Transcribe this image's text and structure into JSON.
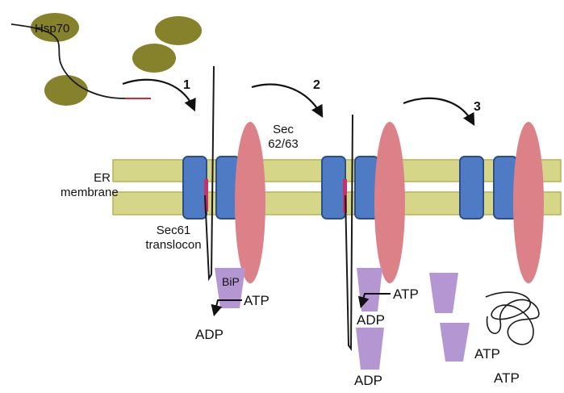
{
  "labels": {
    "hsp70": "Hsp70",
    "step1": "1",
    "step2": "2",
    "step3": "3",
    "sec6263_line1": "Sec",
    "sec6263_line2": "62/63",
    "er_line1": "ER",
    "er_line2": "membrane",
    "sec61_line1": "Sec61",
    "sec61_line2": "translocon",
    "bip": "BiP",
    "atp_step1": "ATP",
    "adp_step1": "ADP",
    "atp_step2": "ATP",
    "adp_step2_upper": "ADP",
    "adp_step2_lower": "ADP",
    "atp_step3_upper": "ATP",
    "atp_step3_lower": "ATP"
  },
  "colors": {
    "membrane": "#d5d687",
    "membrane_edge": "#b3b455",
    "sec61": "#4f7bc4",
    "sec61_edge": "#2c4f8a",
    "sec6263": "#dd8189",
    "bip": "#b497d2",
    "hsp70": "#86812b",
    "chain": "#1a1a1a",
    "signal_peptide": "#d8233a"
  }
}
